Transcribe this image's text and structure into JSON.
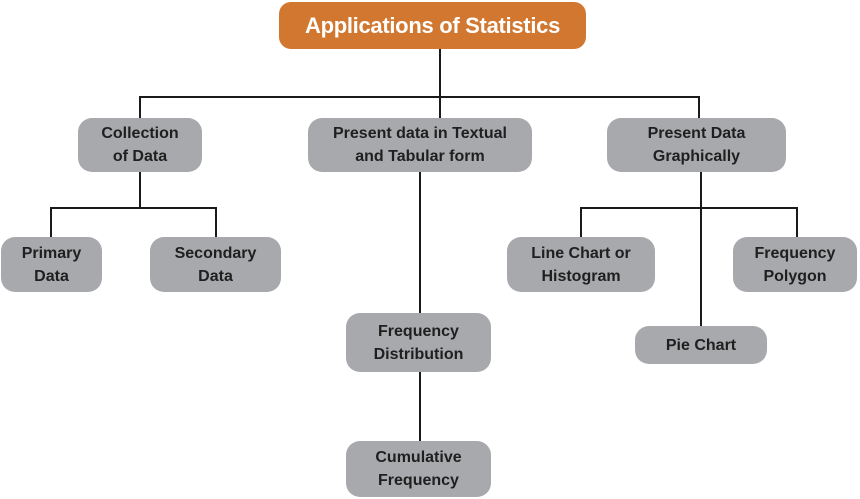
{
  "diagram": {
    "root": {
      "label": "Applications of Statistics",
      "color": "#d2772f"
    },
    "node_color": "#a7a9ac",
    "line_color": "#1a1a1a",
    "branches": [
      {
        "label": "Collection\nof Data",
        "children": [
          {
            "label": "Primary\nData"
          },
          {
            "label": "Secondary\nData"
          }
        ]
      },
      {
        "label": "Present data in Textual\nand Tabular form",
        "children": [
          {
            "label": "Frequency\nDistribution",
            "children": [
              {
                "label": "Cumulative\nFrequency"
              }
            ]
          }
        ]
      },
      {
        "label": "Present Data\nGraphically",
        "children": [
          {
            "label": "Line Chart or\nHistogram"
          },
          {
            "label": "Pie Chart"
          },
          {
            "label": "Frequency\nPolygon"
          }
        ]
      }
    ]
  }
}
